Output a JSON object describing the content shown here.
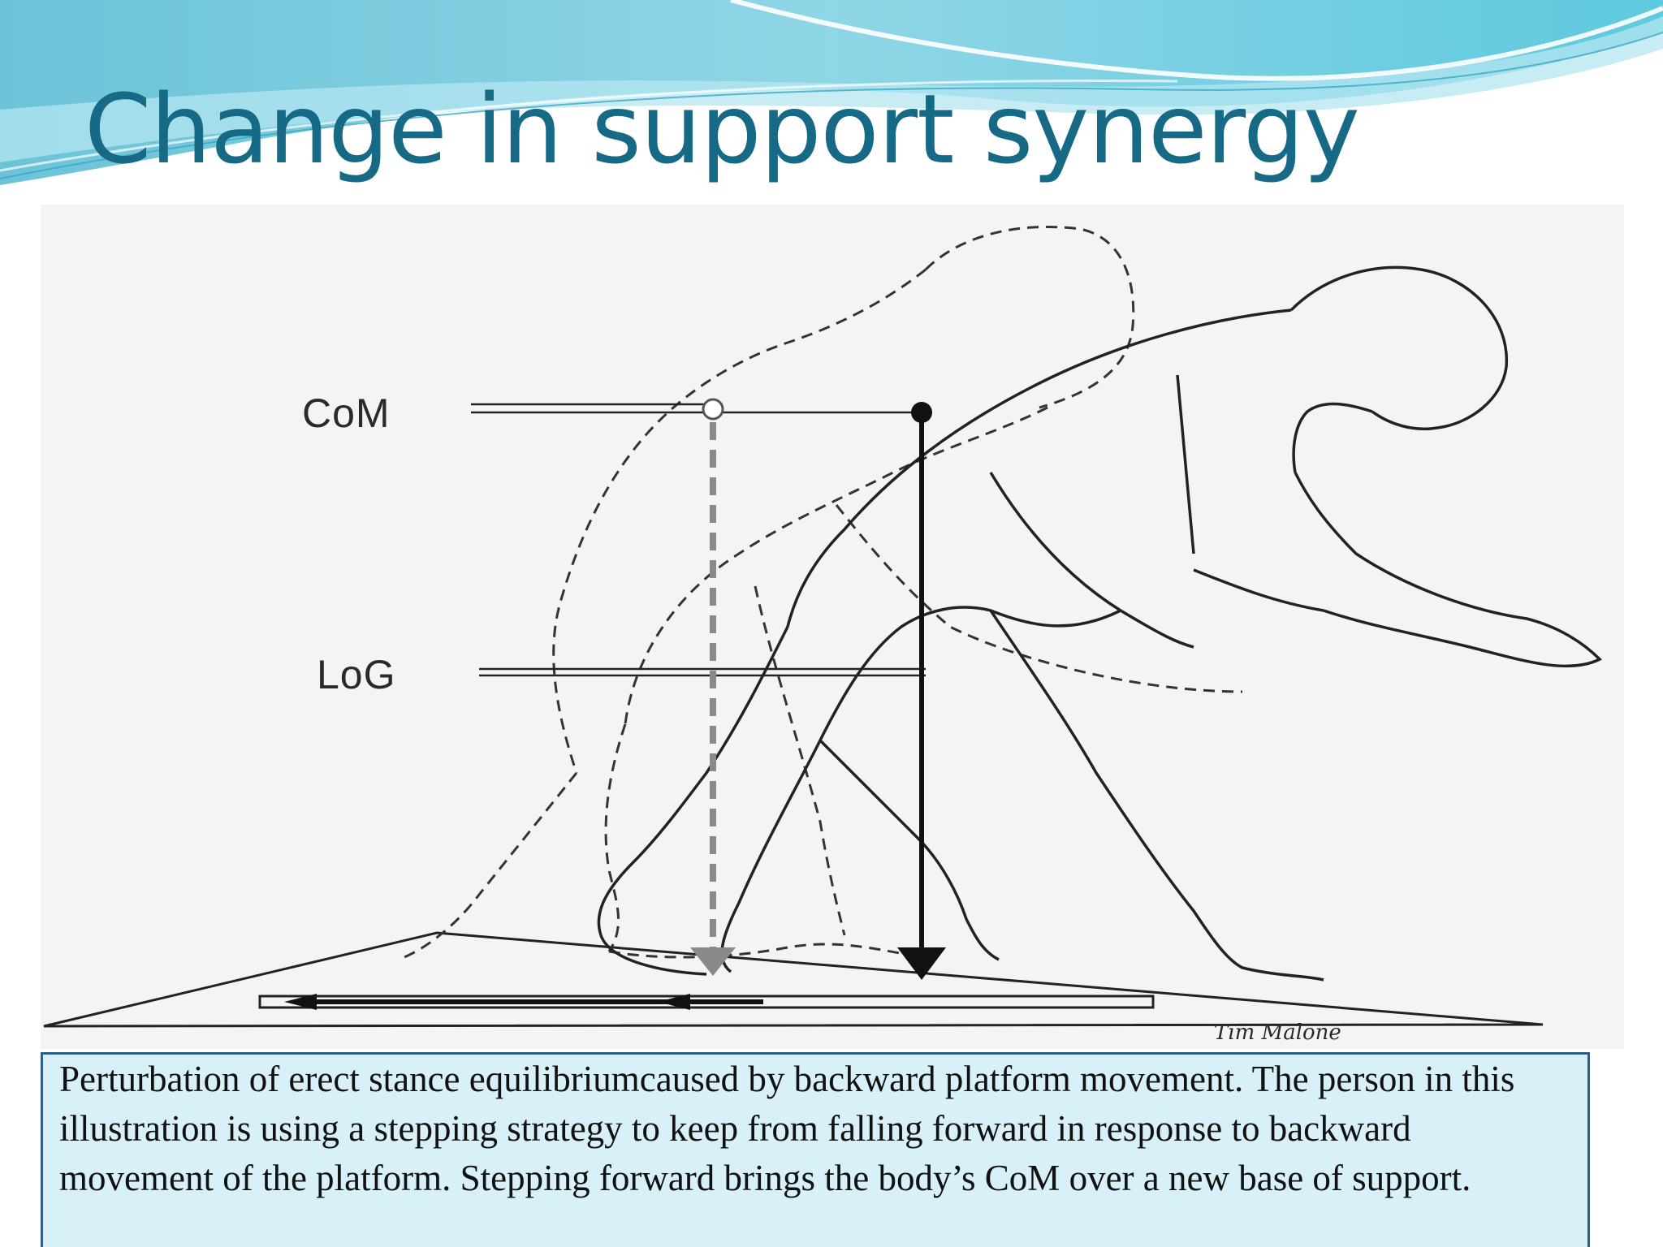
{
  "slide": {
    "title": "Change in support synergy",
    "colors": {
      "title": "#176a86",
      "wave_dark": "#5cc8dc",
      "wave_light": "#a6e2ee",
      "caption_bg": "#d8f0f8",
      "caption_border": "#2b5f86"
    }
  },
  "figure": {
    "labels": {
      "com": "CoM",
      "log": "LoG",
      "signature": "Tim Malone"
    }
  },
  "caption": {
    "text": "Perturbation of erect stance equilibriumcaused by backward platform movement. The person in this illustration is using a stepping strategy to keep from falling forward in response to backward movement of the platform. Stepping forward brings the body’s CoM over a new base of support."
  }
}
